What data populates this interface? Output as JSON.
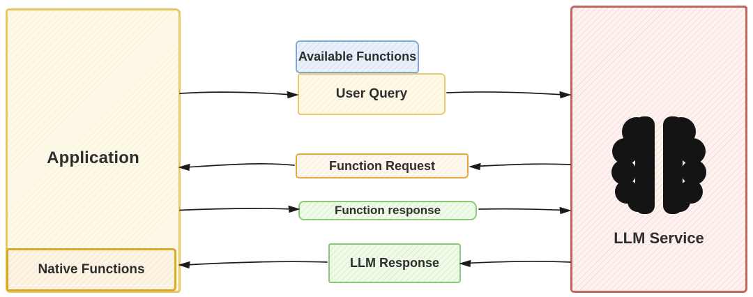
{
  "application": {
    "title": "Application",
    "native_functions_label": "Native Functions"
  },
  "llm_service": {
    "title": "LLM Service",
    "icon": "brain-icon"
  },
  "messages": {
    "available_functions": "Available Functions",
    "user_query": "User Query",
    "function_request": "Function Request",
    "function_response": "Function response",
    "llm_response": "LLM Response"
  },
  "edges": [
    {
      "from": "Application",
      "to": "User Query",
      "direction": "right"
    },
    {
      "from": "User Query",
      "to": "LLM Service",
      "direction": "right"
    },
    {
      "from": "LLM Service",
      "to": "Function Request",
      "direction": "left"
    },
    {
      "from": "Function Request",
      "to": "Application",
      "direction": "left"
    },
    {
      "from": "Application",
      "to": "Function response",
      "direction": "right"
    },
    {
      "from": "Function response",
      "to": "LLM Service",
      "direction": "right"
    },
    {
      "from": "LLM Service",
      "to": "LLM Response",
      "direction": "left"
    },
    {
      "from": "LLM Response",
      "to": "Application",
      "direction": "left"
    }
  ],
  "colors": {
    "application_border": "#e8c766",
    "application_fill": "#fdf9e9",
    "native_functions_border": "#dca827",
    "llm_service_border": "#c2655e",
    "llm_service_fill": "#fdf2f0",
    "available_functions_border": "#7fa8d9",
    "available_functions_fill": "#eaf1fa",
    "user_query_border": "#e7cb6b",
    "user_query_fill": "#fdf8e7",
    "function_request_border": "#e5a83d",
    "function_request_fill": "#fdf7ef",
    "response_green_border": "#8cc878",
    "response_green_fill": "#effae9",
    "arrow_color": "#1b1b1b",
    "text_color": "#2e2e2e"
  }
}
